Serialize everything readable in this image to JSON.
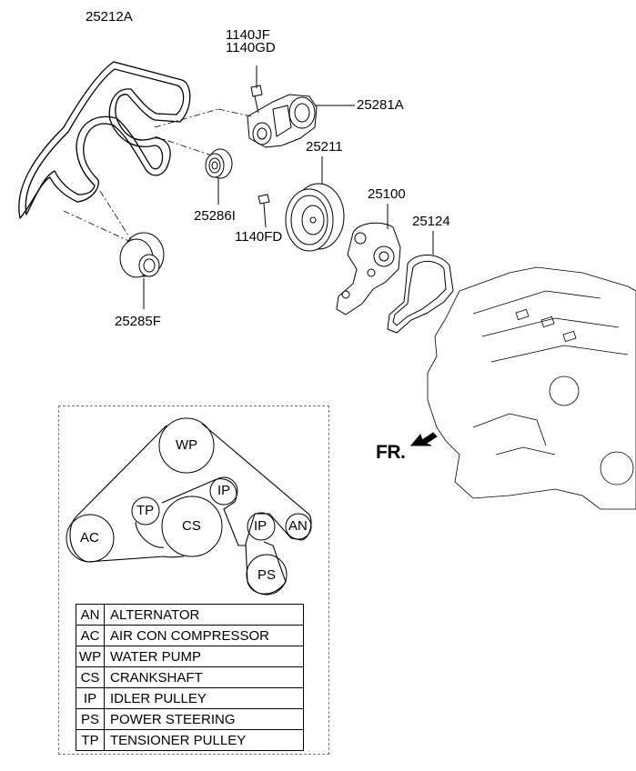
{
  "parts": {
    "belt": "25212A",
    "bolt_a1": "1140JF",
    "bolt_a2": "1140GD",
    "tensioner": "25281A",
    "pulley_assy": "25211",
    "idler_small": "25286I",
    "bolt_b": "1140FD",
    "water_pump": "25100",
    "gasket": "25124",
    "idler_large": "25285F"
  },
  "front_label": "FR.",
  "routing": {
    "wp": "WP",
    "ac": "AC",
    "tp": "TP",
    "ip1": "IP",
    "cs": "CS",
    "ip2": "IP",
    "an": "AN",
    "ps": "PS"
  },
  "legend": [
    {
      "code": "AN",
      "name": "ALTERNATOR"
    },
    {
      "code": "AC",
      "name": "AIR CON COMPRESSOR"
    },
    {
      "code": "WP",
      "name": "WATER PUMP"
    },
    {
      "code": "CS",
      "name": "CRANKSHAFT"
    },
    {
      "code": "IP",
      "name": "IDLER PULLEY"
    },
    {
      "code": "PS",
      "name": "POWER STEERING"
    },
    {
      "code": "TP",
      "name": "TENSIONER PULLEY"
    }
  ]
}
